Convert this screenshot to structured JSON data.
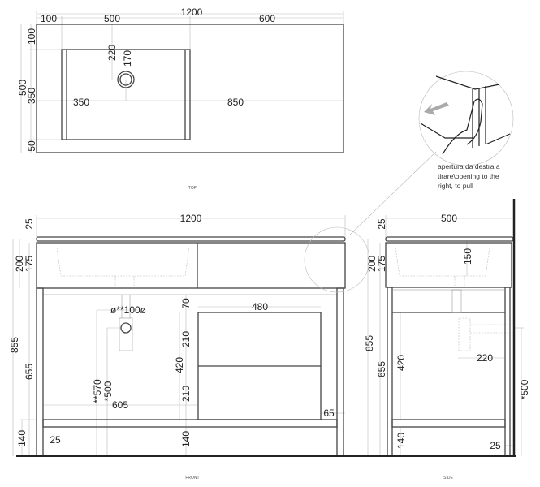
{
  "views": {
    "top": {
      "label": "TOP",
      "dims": {
        "total_width": "1200",
        "left_offset": "100",
        "basin_width": "500",
        "right_width": "600",
        "depth": "500",
        "back_offset": "100",
        "basin_depth": "350",
        "front_offset": "50",
        "drain_back": "220",
        "drain_radius": "170",
        "drain_left": "350",
        "drain_right": "850"
      }
    },
    "front": {
      "label": "FRONT",
      "dims": {
        "total_width": "1200",
        "top_thickness": "25",
        "top_height": "200",
        "apron_height": "175",
        "total_height": "855",
        "frame_height": "655",
        "base_height": "140",
        "leg_inset": "25",
        "waste_height_1": "**570",
        "waste_height_2": "*500",
        "waste_offset": "605",
        "drawer_gap": "70",
        "drawer_width": "480",
        "drawer_upper": "210",
        "drawer_total": "420",
        "drawer_lower": "210",
        "drawer_side": "65",
        "base_height_mid": "140",
        "waste_diameter": "ø**100ø"
      }
    },
    "side": {
      "label": "SIDE",
      "dims": {
        "total_depth": "500",
        "top_thickness": "25",
        "top_height": "200",
        "apron_height": "175",
        "basin_depth": "150",
        "total_height": "855",
        "frame_height": "655",
        "drawer_height": "420",
        "waste_offset": "220",
        "waste_height": "*500",
        "base_height": "140",
        "wall_gap": "25"
      }
    },
    "detail": {
      "note_lines": [
        "apertura da destra a",
        "tirare\\opening to the",
        "right, to pull"
      ]
    }
  },
  "colors": {
    "line": "#444444",
    "dim_line": "#bbbbbb",
    "arrow": "#aaaaaa"
  }
}
